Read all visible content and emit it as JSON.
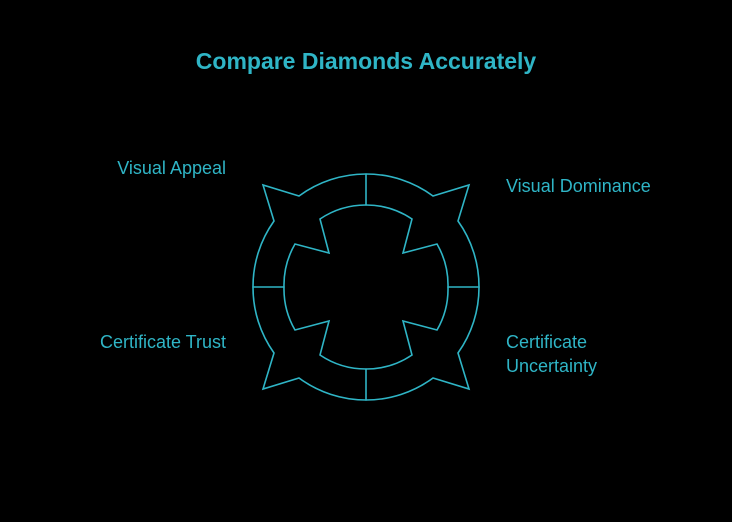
{
  "title": "Compare Diamonds Accurately",
  "labels": {
    "top_left": "Visual Appeal",
    "top_right": "Visual Dominance",
    "bottom_left": "Certificate Trust",
    "bottom_right_line1": "Certificate",
    "bottom_right_line2": "Uncertainty"
  },
  "colors": {
    "background": "#000000",
    "accent": "#2FB5C6"
  }
}
